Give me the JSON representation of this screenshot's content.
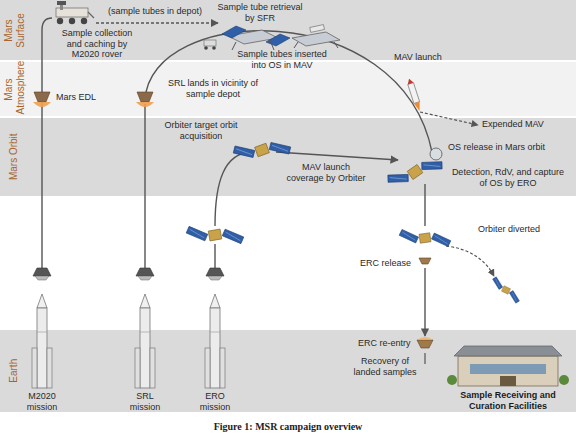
{
  "diagram": {
    "caption": "Figure 1: MSR campaign overview",
    "nodes": [
      {
        "text": [
          "Mars Surface"
        ]
      },
      {
        "text": [
          "Mars Atmosphere"
        ]
      },
      {
        "text": [
          "Mars Orbit"
        ]
      },
      {
        "text": [
          "Earth"
        ]
      }
    ],
    "labels": [
      "Sample collection and caching by M2020 rover",
      "(sample tubes in depot)",
      "Sample tube retrieval by SFR",
      "Sample tubes inserted into OS in MAV",
      "MAV launch",
      "Mars EDL",
      "SRL lands in vicinity of sample depot",
      "Expended MAV",
      "OS release in Mars orbit",
      "Orbiter target orbit acquisition",
      "MAV launch coverage by Orbiter",
      "Detection, RdV, and capture of OS by ERO",
      "ERC release",
      "Orbiter diverted",
      "ERC re-entry",
      "Recovery of landed samples",
      "Sample Receiving and Curation Facilities",
      "M2020 mission",
      "SRL mission",
      "ERO mission"
    ]
  }
}
